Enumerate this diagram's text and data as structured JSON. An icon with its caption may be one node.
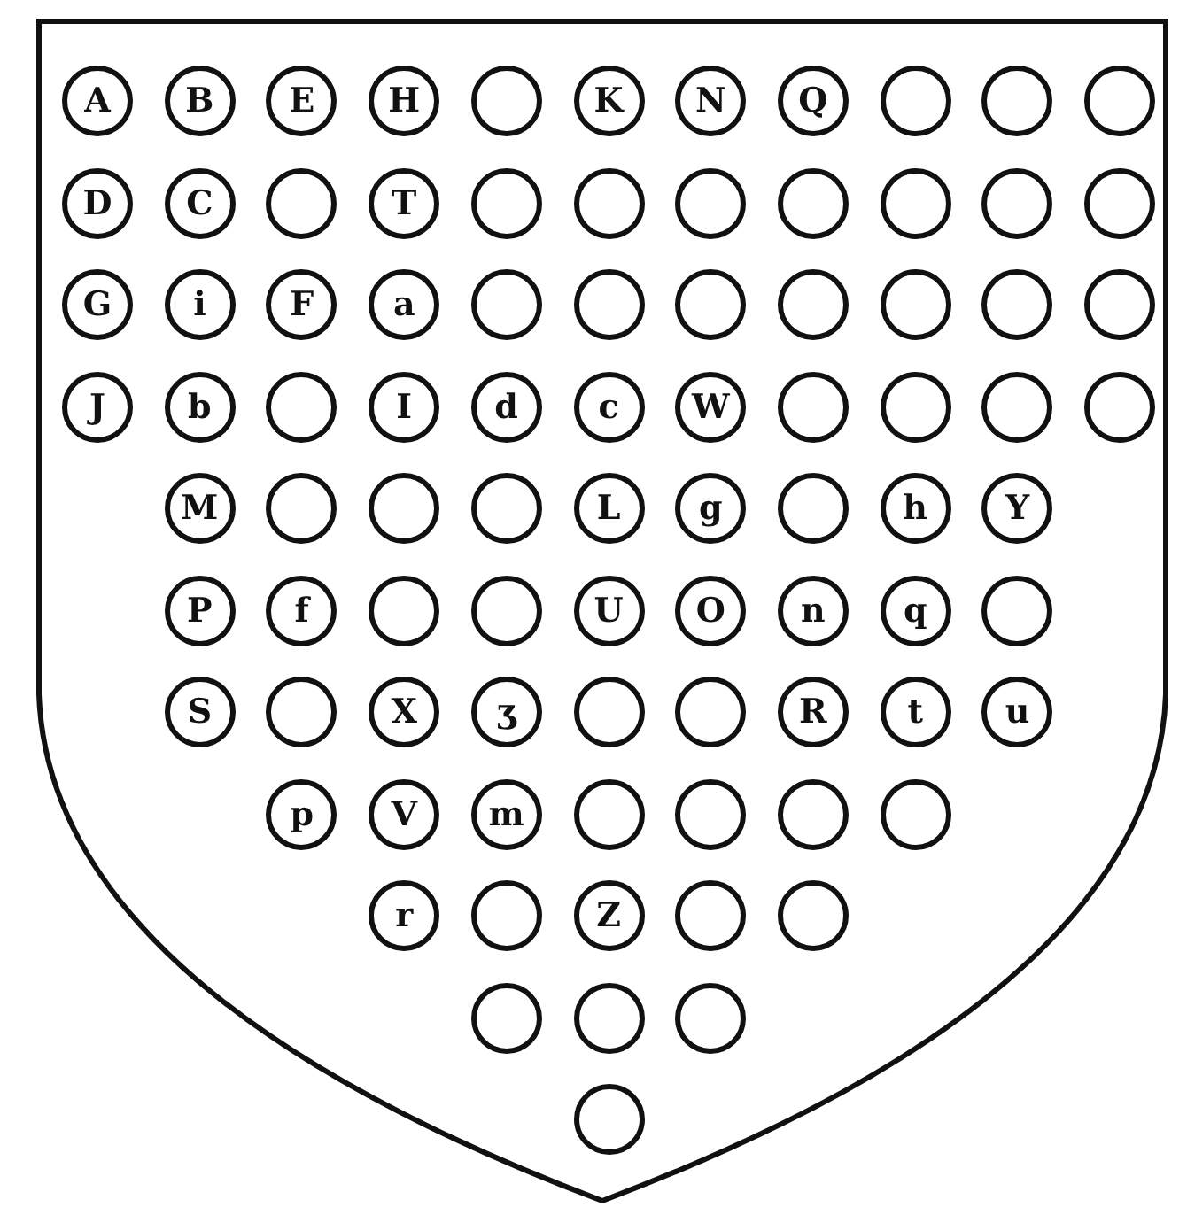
{
  "diagram": {
    "nodes": [
      {
        "text": [
          "A"
        ]
      },
      {
        "text": [
          "B"
        ]
      },
      {
        "text": [
          "E"
        ]
      },
      {
        "text": [
          "H"
        ]
      },
      {
        "text": [],
        "shape": "circle"
      },
      {
        "text": [
          "K"
        ]
      },
      {
        "text": [
          "N"
        ]
      },
      {
        "text": [
          "Q"
        ]
      },
      {
        "text": [],
        "shape": "circle"
      },
      {
        "text": [],
        "shape": "circle"
      },
      {
        "text": [],
        "shape": "circle"
      },
      {
        "text": [
          "D"
        ]
      },
      {
        "text": [
          "C"
        ]
      },
      {
        "text": [],
        "shape": "circle"
      },
      {
        "text": [
          "T"
        ]
      },
      {
        "text": [],
        "shape": "circle"
      },
      {
        "text": [],
        "shape": "circle"
      },
      {
        "text": [],
        "shape": "circle"
      },
      {
        "text": [],
        "shape": "circle"
      },
      {
        "text": [],
        "shape": "circle"
      },
      {
        "text": [],
        "shape": "circle"
      },
      {
        "text": [],
        "shape": "circle"
      },
      {
        "text": [
          "G"
        ]
      },
      {
        "text": [
          "i"
        ]
      },
      {
        "text": [
          "F"
        ]
      },
      {
        "text": [
          "a"
        ]
      },
      {
        "text": [],
        "shape": "circle"
      },
      {
        "text": [],
        "shape": "circle"
      },
      {
        "text": [],
        "shape": "circle"
      },
      {
        "text": [],
        "shape": "circle"
      },
      {
        "text": [],
        "shape": "circle"
      },
      {
        "text": [],
        "shape": "circle"
      },
      {
        "text": [],
        "shape": "circle"
      },
      {
        "text": [
          "J"
        ]
      },
      {
        "text": [
          "b"
        ]
      },
      {
        "text": [],
        "shape": "circle"
      },
      {
        "text": [
          "I"
        ]
      },
      {
        "text": [
          "d"
        ]
      },
      {
        "text": [
          "c"
        ]
      },
      {
        "text": [
          "W"
        ]
      },
      {
        "text": [],
        "shape": "circle"
      },
      {
        "text": [],
        "shape": "circle"
      },
      {
        "text": [],
        "shape": "circle"
      },
      {
        "text": [],
        "shape": "circle"
      },
      {
        "text": [
          "M"
        ]
      },
      {
        "text": [],
        "shape": "circle"
      },
      {
        "text": [],
        "shape": "circle"
      },
      {
        "text": [],
        "shape": "circle"
      },
      {
        "text": [
          "L"
        ]
      },
      {
        "text": [
          "g"
        ]
      },
      {
        "text": [],
        "shape": "circle"
      },
      {
        "text": [
          "h"
        ]
      },
      {
        "text": [
          "Y"
        ]
      },
      {
        "text": [
          "P"
        ]
      },
      {
        "text": [
          "f"
        ]
      },
      {
        "text": [],
        "shape": "circle"
      },
      {
        "text": [],
        "shape": "circle"
      },
      {
        "text": [
          "U"
        ]
      },
      {
        "text": [
          "O"
        ]
      },
      {
        "text": [
          "n"
        ]
      },
      {
        "text": [
          "q"
        ]
      },
      {
        "text": [],
        "shape": "circle"
      },
      {
        "text": [
          "S"
        ]
      },
      {
        "text": [],
        "shape": "circle"
      },
      {
        "text": [
          "X"
        ]
      },
      {
        "text": [
          "ʒ"
        ]
      },
      {
        "text": [],
        "shape": "circle"
      },
      {
        "text": [],
        "shape": "circle"
      },
      {
        "text": [
          "R"
        ]
      },
      {
        "text": [
          "t"
        ]
      },
      {
        "text": [
          "u"
        ]
      },
      {
        "text": [
          "p"
        ]
      },
      {
        "text": [
          "V"
        ]
      },
      {
        "text": [
          "m"
        ]
      },
      {
        "text": [],
        "shape": "circle"
      },
      {
        "text": [],
        "shape": "circle"
      },
      {
        "text": [],
        "shape": "circle"
      },
      {
        "text": [],
        "shape": "circle"
      },
      {
        "text": [
          "r"
        ]
      },
      {
        "text": [],
        "shape": "circle"
      },
      {
        "text": [
          "Z"
        ]
      },
      {
        "text": [],
        "shape": "circle"
      },
      {
        "text": [],
        "shape": "circle"
      },
      {
        "text": [],
        "shape": "circle"
      },
      {
        "text": [],
        "shape": "circle"
      },
      {
        "text": [],
        "shape": "circle"
      },
      {
        "text": [],
        "shape": "circle"
      }
    ]
  }
}
